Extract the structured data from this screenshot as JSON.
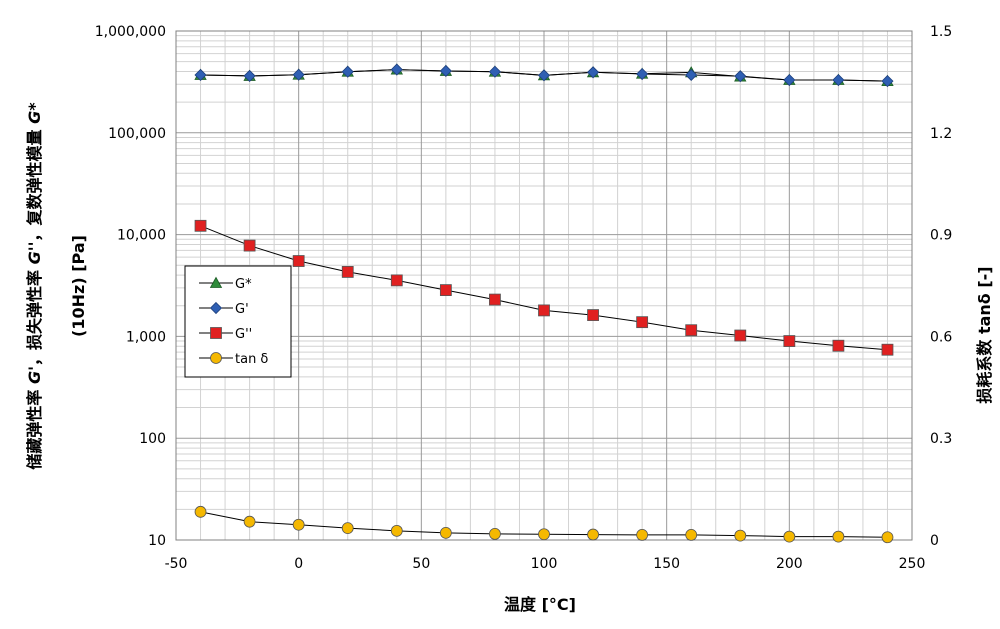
{
  "chart_data": {
    "type": "scatter",
    "xlabel": "温度 [°C]",
    "ylabel_left": {
      "line1_a": "储藏弹性率 ",
      "line1_b": "G'",
      "line1_c": "，损失弹性率 ",
      "line1_d": "G''",
      "line1_e": "，复数弹性模量 ",
      "line1_f": "G*",
      "line2": "(10Hz) [Pa]"
    },
    "ylabel_right": "损耗系数 tanδ [-]",
    "xlim": [
      -50,
      250
    ],
    "ylim_left": [
      10,
      1000000
    ],
    "ylim_right": [
      0,
      1.5
    ],
    "y_left_scale": "log",
    "x_ticks": [
      "-50",
      "0",
      "50",
      "100",
      "150",
      "200",
      "250"
    ],
    "y_left_ticks": [
      "10",
      "100",
      "1,000",
      "10,000",
      "100,000",
      "1,000,000"
    ],
    "y_right_ticks": [
      "0",
      "0.3",
      "0.6",
      "0.9",
      "1.2",
      "1.5"
    ],
    "grid": true,
    "legend_position": "left-middle",
    "x": [
      -40,
      -20,
      0,
      20,
      40,
      60,
      80,
      100,
      120,
      140,
      160,
      180,
      200,
      220,
      240
    ],
    "series": [
      {
        "name": "G*",
        "axis": "left",
        "marker": "triangle",
        "color": "#2e8b3a",
        "values": [
          370000,
          362000,
          372000,
          398000,
          418000,
          405000,
          398000,
          367000,
          393000,
          380000,
          392000,
          357000,
          330000,
          330000,
          322000
        ]
      },
      {
        "name": "G'",
        "axis": "left",
        "marker": "diamond",
        "color": "#2f5fb3",
        "values": [
          370000,
          362000,
          372000,
          398000,
          418000,
          405000,
          398000,
          367000,
          393000,
          378000,
          370000,
          360000,
          330000,
          330000,
          322000
        ]
      },
      {
        "name": "G''",
        "axis": "left",
        "marker": "square",
        "color": "#e02020",
        "values": [
          12200,
          7800,
          5500,
          4300,
          3550,
          2850,
          2300,
          1800,
          1620,
          1380,
          1150,
          1020,
          900,
          810,
          740
        ]
      },
      {
        "name": "tan δ",
        "axis": "right",
        "marker": "circle",
        "color": "#f5b800",
        "values": [
          0.083,
          0.054,
          0.045,
          0.035,
          0.027,
          0.021,
          0.018,
          0.017,
          0.016,
          0.015,
          0.015,
          0.013,
          0.01,
          0.01,
          0.008
        ]
      }
    ]
  }
}
